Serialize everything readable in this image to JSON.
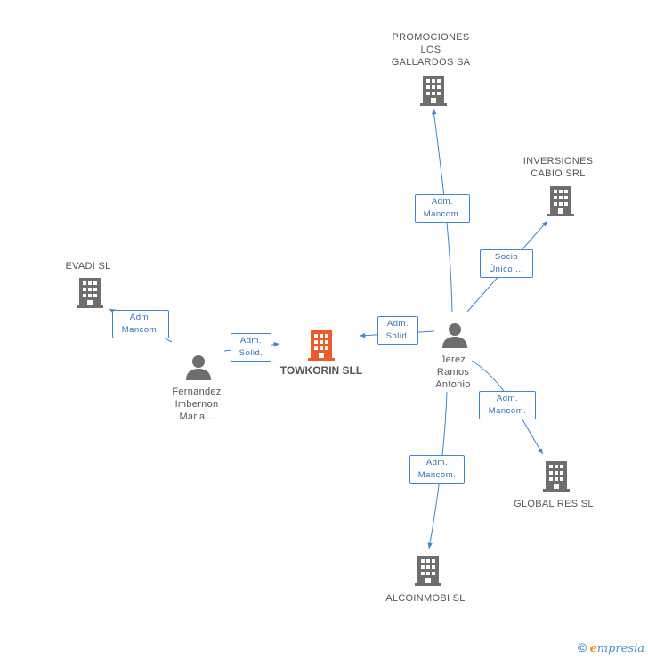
{
  "nodes": {
    "promociones": {
      "label": "PROMOCIONES\nLOS\nGALLARDOS SA",
      "type": "company"
    },
    "inversiones": {
      "label": "INVERSIONES\nCABIO SRL",
      "type": "company"
    },
    "evadi": {
      "label": "EVADI SL",
      "type": "company"
    },
    "towkorin": {
      "label": "TOWKORIN SLL",
      "type": "company-focus"
    },
    "jerez": {
      "label": "Jerez\nRamos\nAntonio",
      "type": "person"
    },
    "fernandez": {
      "label": "Fernandez\nImbernon\nMaria...",
      "type": "person"
    },
    "global": {
      "label": "GLOBAL RES SL",
      "type": "company"
    },
    "alcoinmobi": {
      "label": "ALCOINMOBI SL",
      "type": "company"
    }
  },
  "edges": [
    {
      "from": "jerez",
      "to": "promociones",
      "label": "Adm.\nMancom."
    },
    {
      "from": "jerez",
      "to": "inversiones",
      "label": "Socio\nÚnico,..."
    },
    {
      "from": "jerez",
      "to": "towkorin",
      "label": "Adm.\nSolid."
    },
    {
      "from": "jerez",
      "to": "global",
      "label": "Adm.\nMancom."
    },
    {
      "from": "jerez",
      "to": "alcoinmobi",
      "label": "Adm.\nMancom."
    },
    {
      "from": "fernandez",
      "to": "towkorin",
      "label": "Adm.\nSolid."
    },
    {
      "from": "fernandez",
      "to": "evadi",
      "label": "Adm.\nMancom."
    }
  ],
  "colors": {
    "edge": "#3b87d4",
    "company": "#6e6e6e",
    "focus": "#f05a28",
    "person": "#6e6e6e"
  },
  "footer": {
    "copyright": "©",
    "brand_initial": "e",
    "brand_rest": "mpresia"
  }
}
